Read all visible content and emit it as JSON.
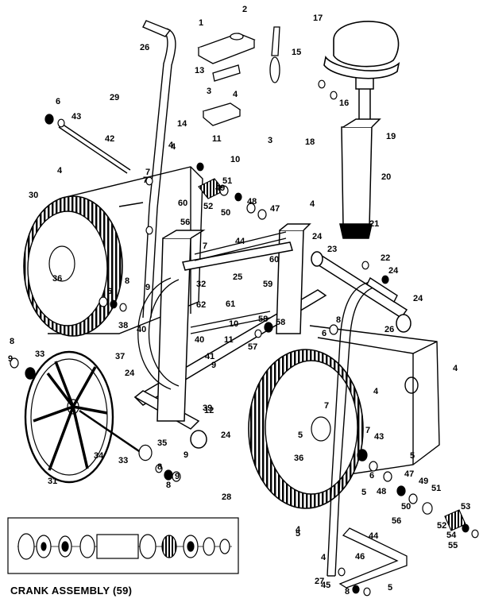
{
  "diagram": {
    "kind": "exploded parts diagram",
    "caption": "CRANK ASSEMBLY (59)",
    "part_numbers": [
      "1",
      "2",
      "3",
      "3",
      "4",
      "4",
      "4",
      "4",
      "4",
      "4",
      "4",
      "4",
      "4",
      "5",
      "5",
      "5",
      "5",
      "5",
      "6",
      "6",
      "6",
      "6",
      "7",
      "7",
      "7",
      "7",
      "7",
      "8",
      "8",
      "8",
      "8",
      "8",
      "8",
      "9",
      "9",
      "9",
      "9",
      "9",
      "10",
      "10",
      "11",
      "11",
      "12",
      "13",
      "14",
      "15",
      "16",
      "17",
      "18",
      "19",
      "20",
      "21",
      "22",
      "23",
      "24",
      "24",
      "24",
      "24",
      "24",
      "25",
      "26",
      "26",
      "27",
      "28",
      "29",
      "30",
      "31",
      "32",
      "33",
      "33",
      "34",
      "35",
      "36",
      "36",
      "37",
      "38",
      "39",
      "40",
      "40",
      "41",
      "42",
      "43",
      "43",
      "44",
      "44",
      "45",
      "46",
      "47",
      "47",
      "48",
      "48",
      "49",
      "49",
      "50",
      "50",
      "51",
      "51",
      "52",
      "52",
      "53",
      "54",
      "55",
      "56",
      "56",
      "57",
      "58",
      "58",
      "59",
      "60",
      "60",
      "61",
      "62"
    ]
  }
}
